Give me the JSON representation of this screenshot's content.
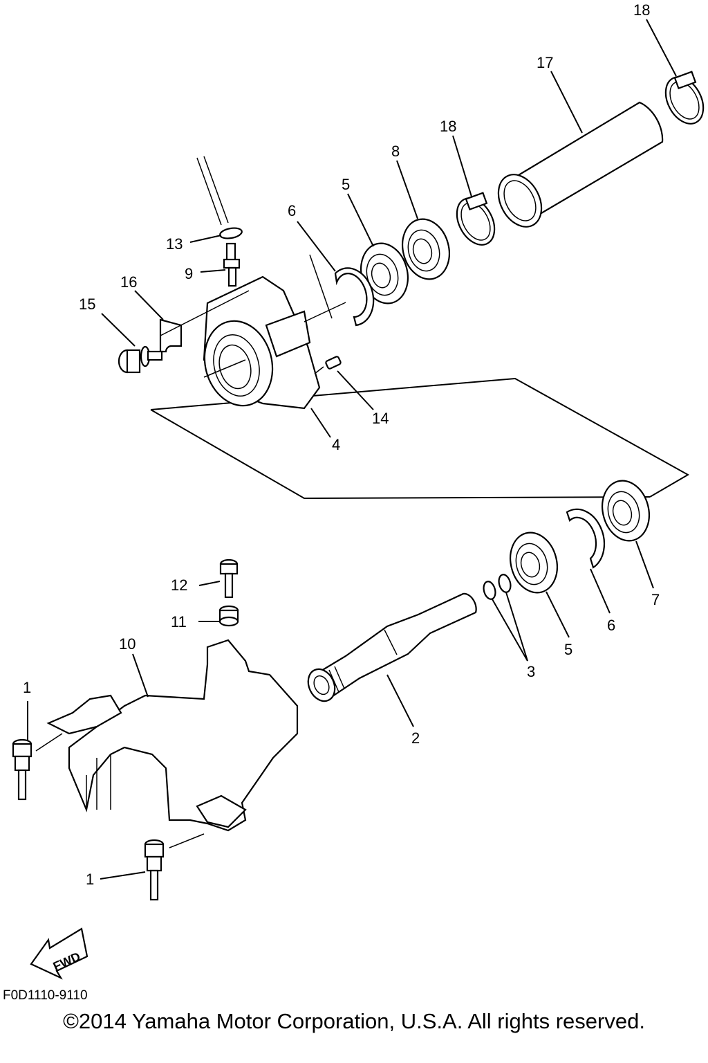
{
  "callouts": {
    "p18_top": "18",
    "p17": "17",
    "p18_mid": "18",
    "p8": "8",
    "p5_top": "5",
    "p6_top": "6",
    "p13": "13",
    "p9": "9",
    "p16": "16",
    "p15": "15",
    "p14": "14",
    "p4": "4",
    "p12": "12",
    "p11": "11",
    "p10": "10",
    "p1_top": "1",
    "p1_bottom": "1",
    "p2": "2",
    "p3": "3",
    "p5_bottom": "5",
    "p6_bottom": "6",
    "p7": "7"
  },
  "fwd_label": "FWD",
  "drawing_code": "F0D1110-9110",
  "copyright": "©2014 Yamaha Motor Corporation, U.S.A. All rights reserved."
}
